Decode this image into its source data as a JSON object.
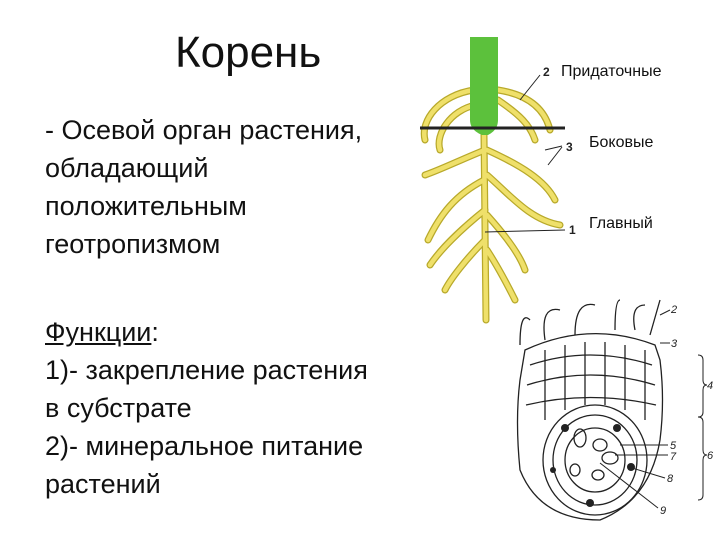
{
  "slide": {
    "title": "Корень",
    "definition": [
      "- Осевой орган растения,",
      "обладающий",
      "положительным",
      "геотропизмом"
    ],
    "functions_heading": "Функции",
    "functions_colon": ":",
    "functions": [
      "1)- закрепление растения",
      "в субстрате",
      "2)- минеральное питание",
      "растений"
    ]
  },
  "root_diagram": {
    "labels": {
      "adventitious": "Придаточные",
      "lateral": "Боковые",
      "main": "Главный"
    },
    "numbers": {
      "adventitious": "2",
      "lateral": "3",
      "main": "1"
    },
    "colors": {
      "stem": "#5cc13c",
      "root": "#efe06a",
      "root_outline": "#b8a92a"
    }
  },
  "cross_section": {
    "numbers": [
      "2",
      "3",
      "4",
      "5",
      "7",
      "6",
      "8",
      "9"
    ]
  }
}
